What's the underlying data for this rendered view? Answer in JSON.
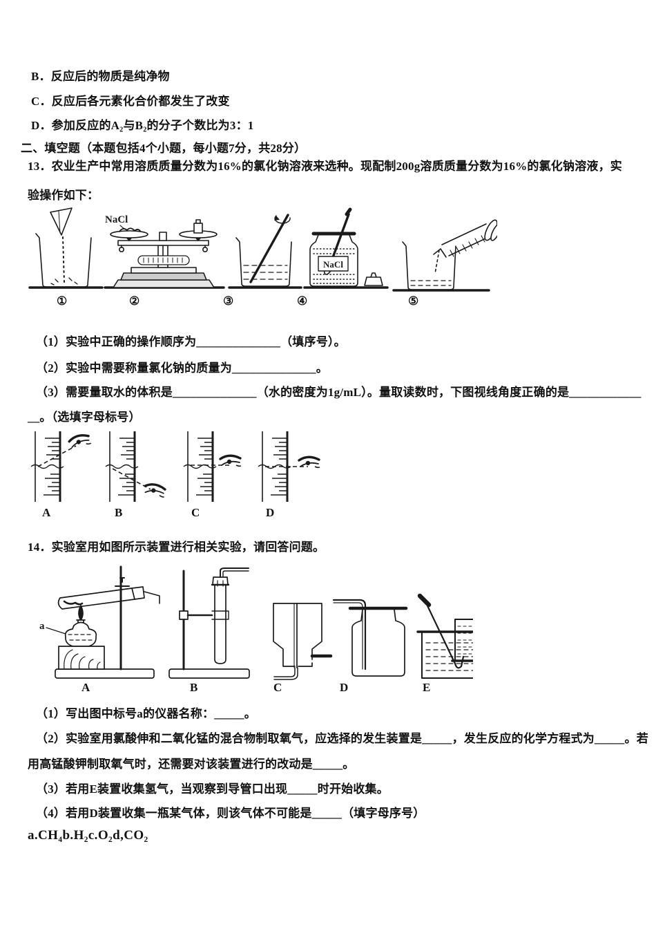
{
  "page": {
    "background": "#ffffff",
    "text_color": "#111111",
    "ink_color": "#1a1a1a"
  },
  "options": [
    "B．反应后的物质是纯净物",
    "C．反应后各元素化合价都发生了改变",
    "D．参加反应的A₂与B₂的分子个数比为3：1"
  ],
  "section_header": "二、填空题（本题包括4个小题，每小题7分，共28分）",
  "q13": {
    "stem_line1": "13．农业生产中常用溶质质量分数为16%的氯化钠溶液来选种。现配制200g溶质质量分数为16%的氯化钠溶液，实",
    "stem_line2": "验操作如下：",
    "figures": {
      "balance_label": "NaCl",
      "bottle_label": "NaCl",
      "step_labels": [
        "①",
        "②",
        "③",
        "④",
        "⑤"
      ]
    },
    "parts": [
      "（1）实验中正确的操作顺序为______________（填序号）。",
      "（2）实验中需要称量氯化钠的质量为______________。",
      "（3）需要量取水的体积是______________（水的密度为1g/mL）。量取读数时，下图视线角度正确的是____________",
      "__。（选填字母标号）"
    ],
    "view_labels": [
      "A",
      "B",
      "C",
      "D"
    ]
  },
  "q14": {
    "stem": "14．实验室用如图所示装置进行相关实验，请回答问题。",
    "pointer_label": "a",
    "apparatus_labels": [
      "A",
      "B",
      "C",
      "D",
      "E"
    ],
    "parts": [
      "（1）写出图中标号a的仪器名称：_____。",
      "（2）实验室用氯酸伸和二氧化锰的混合物制取氧气，应选择的发生装置是_____，发生反应的化学方程式为_____。若",
      "用高锰酸钾制取氧气时，还需要对该装置进行的改动是_____。",
      "（3）若用E装置收集氢气，当观察到导管口出现_____时开始收集。",
      "（4）若用D装置收集一瓶某气体，则该气体不可能是_____（填字母序号）",
      "a.CH₄b.H₂c.O₂d,CO₂"
    ]
  }
}
